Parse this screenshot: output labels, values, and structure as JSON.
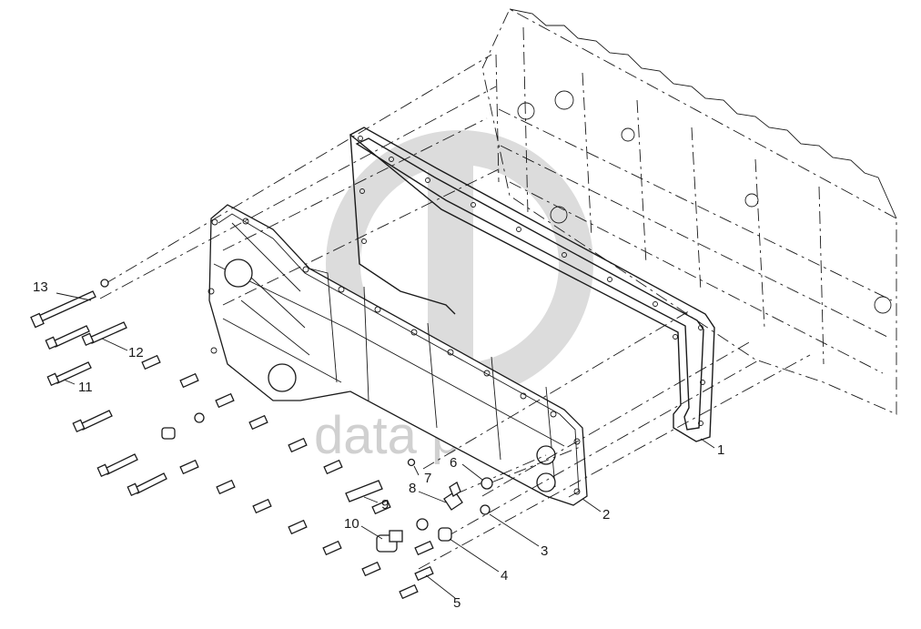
{
  "watermark": {
    "text": "data parts",
    "color": "#d0d0d0"
  },
  "callouts": [
    {
      "label": "1"
    },
    {
      "label": "2"
    },
    {
      "label": "3"
    },
    {
      "label": "4"
    },
    {
      "label": "5"
    },
    {
      "label": "6"
    },
    {
      "label": "7"
    },
    {
      "label": "8"
    },
    {
      "label": "9"
    },
    {
      "label": "10"
    },
    {
      "label": "11"
    },
    {
      "label": "12"
    },
    {
      "label": "13"
    }
  ]
}
